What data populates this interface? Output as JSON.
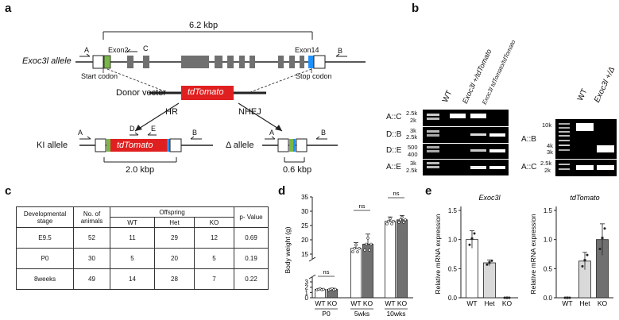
{
  "panels": {
    "a": "a",
    "b": "b",
    "c": "c",
    "d": "d",
    "e": "e"
  },
  "panel_a": {
    "size_top": "6.2 kbp",
    "allele": "Exoc3l allele",
    "exon2": "Exon2",
    "exon14": "Exon14",
    "primer_A": "A",
    "primer_B": "B",
    "primer_C": "C",
    "primer_D": "D",
    "primer_E": "E",
    "start_codon": "Start codon",
    "stop_codon": "Stop codon",
    "donor": "Donor vector",
    "tdtomato": "tdTomato",
    "hr": "HR",
    "nhej": "NHEJ",
    "ki_allele": "KI allele",
    "delta_allele": "Δ allele",
    "ki_size": "2.0 kbp",
    "delta_size": "0.6 kbp"
  },
  "panel_b": {
    "lanes": [
      "WT",
      "Exoc3l +/tdTomato",
      "Exoc3l tdTomato/tdTomato"
    ],
    "lanes_right": [
      "WT",
      "Exoc3l +/Δ"
    ],
    "rows": [
      {
        "label": "A::C",
        "ticks": [
          "2.5k",
          "2k"
        ]
      },
      {
        "label": "D::B",
        "ticks": [
          "3k",
          "2.5k"
        ]
      },
      {
        "label": "D::E",
        "ticks": [
          "500",
          "400"
        ]
      },
      {
        "label": "A::E",
        "ticks": [
          "3k",
          "2.5k"
        ]
      }
    ],
    "rows_right": [
      {
        "label": "A::B",
        "ticks": [
          "10k",
          "4k",
          "3k"
        ]
      },
      {
        "label": "A::C",
        "ticks": [
          "2.5k",
          "2k"
        ]
      }
    ]
  },
  "panel_c": {
    "headers": {
      "stage": "Developmental stage",
      "animals": "No. of animals",
      "offspring": "Offspring",
      "pvalue": "p- Value"
    },
    "sub_headers": [
      "WT",
      "Het",
      "KO"
    ],
    "rows": [
      {
        "stage": "E9.5",
        "animals": "52",
        "wt": "11",
        "het": "29",
        "ko": "12",
        "p": "0.69"
      },
      {
        "stage": "P0",
        "animals": "30",
        "wt": "5",
        "het": "20",
        "ko": "5",
        "p": "0.19"
      },
      {
        "stage": "8weeks",
        "animals": "49",
        "wt": "14",
        "het": "28",
        "ko": "7",
        "p": "0.22"
      }
    ]
  },
  "chart_data": [
    {
      "type": "bar",
      "ylabel": "Body weight (g)",
      "groups": [
        "P0",
        "5wks",
        "10wks"
      ],
      "categories": [
        "WT",
        "KO",
        "WT",
        "KO",
        "WT",
        "KO"
      ],
      "values": [
        1.6,
        1.6,
        17,
        18.5,
        26.5,
        27
      ],
      "errors": [
        0.15,
        0.2,
        2,
        3.5,
        1.5,
        1.5
      ],
      "yticks": [
        "0",
        "1",
        "2",
        "3",
        "15",
        "20",
        "25",
        "30",
        "35"
      ],
      "significance": [
        "ns",
        "ns",
        "ns"
      ],
      "ylim": [
        0,
        35
      ]
    },
    {
      "type": "bar",
      "title": "Exoc3l",
      "ylabel": "Relative mRNA expression",
      "categories": [
        "WT",
        "Het",
        "KO"
      ],
      "values": [
        1.0,
        0.6,
        0.0
      ],
      "errors": [
        0.15,
        0.05,
        0.0
      ],
      "yticks": [
        "0.0",
        "0.5",
        "1.0",
        "1.5"
      ],
      "ylim": [
        0,
        1.5
      ]
    },
    {
      "type": "bar",
      "title": "tdTomato",
      "ylabel": "Relative mRNA expression",
      "categories": [
        "WT",
        "Het",
        "KO"
      ],
      "values": [
        0.0,
        0.63,
        1.0
      ],
      "errors": [
        0.0,
        0.15,
        0.27
      ],
      "yticks": [
        "0.0",
        "0.5",
        "1.0",
        "1.5"
      ],
      "ylim": [
        0,
        1.5
      ]
    }
  ],
  "colors": {
    "tdtomato": "#e02020",
    "exon_green": "#7ab648",
    "exon_blue": "#1e90ff",
    "exon_gray": "#707070",
    "het_bar": "#d9d9d9",
    "ko_bar": "#707070"
  }
}
